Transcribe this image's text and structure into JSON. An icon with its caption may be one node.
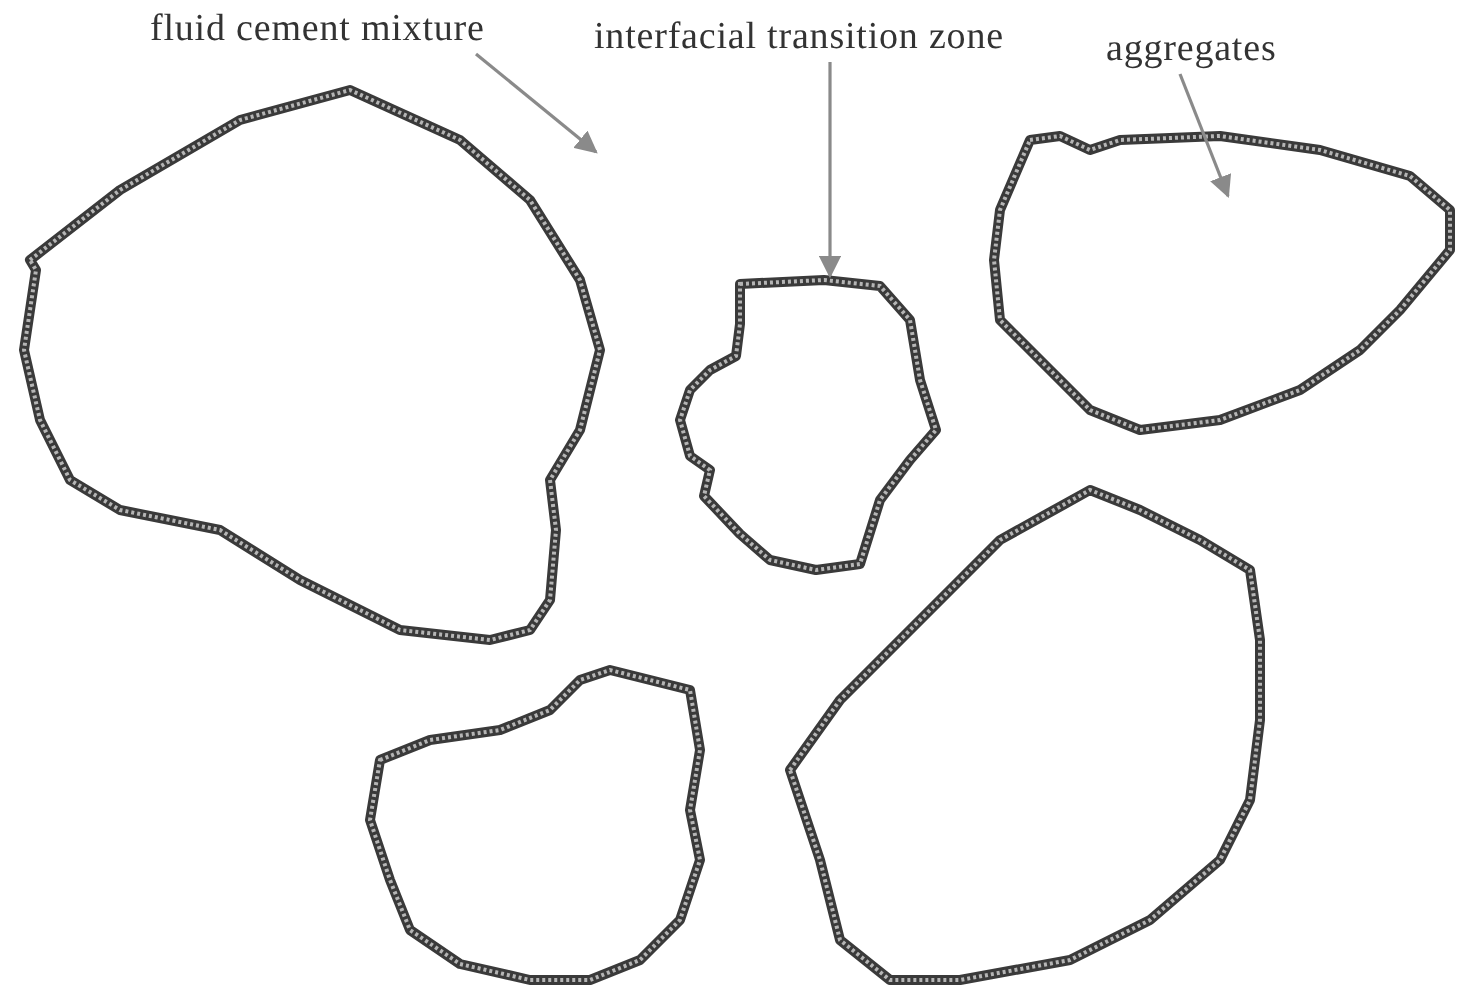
{
  "diagram": {
    "nodes": [
      {
        "text": [
          "fluid cement mixture"
        ]
      },
      {
        "text": [
          "interfacial transition zone"
        ]
      },
      {
        "text": [
          "aggregates"
        ]
      },
      {
        "text": [],
        "shape": "outline"
      },
      {
        "text": [],
        "shape": "outline"
      }
    ],
    "edges": [
      {
        "from": 0,
        "to": null,
        "arrow": "to"
      },
      {
        "from": 1,
        "to": 3,
        "arrow": "to"
      },
      {
        "from": 2,
        "to": 4,
        "arrow": "to"
      }
    ]
  }
}
